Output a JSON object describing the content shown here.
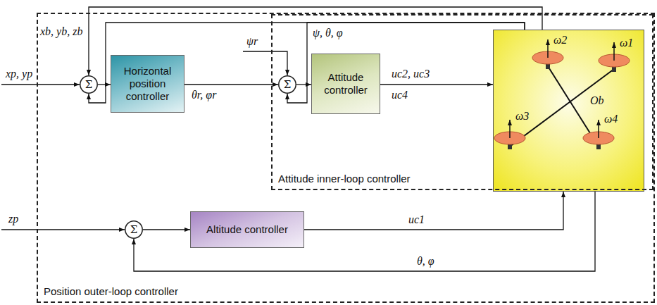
{
  "diagram": {
    "nodes": [
      {
        "text": [
          "Position outer-loop controller"
        ]
      },
      {
        "text": [
          "Attitude inner-loop controller"
        ],
        "in": 0
      },
      {
        "text": [
          "Σ"
        ],
        "in": 0
      },
      {
        "text": [
          "Horizontal position controller"
        ],
        "in": 0
      },
      {
        "text": [
          "Σ"
        ],
        "in": 1
      },
      {
        "text": [
          "Attitude controller"
        ],
        "in": 1
      },
      {
        "text": [
          "ω1",
          "ω2",
          "ω3",
          "ω4",
          "Ob"
        ],
        "in": 1
      },
      {
        "text": [
          "Σ"
        ],
        "in": 0
      },
      {
        "text": [
          "Altitude controller"
        ],
        "in": 0
      }
    ],
    "edges": [
      {
        "from": 2,
        "to": 3,
        "arrow": "to"
      },
      {
        "from": 3,
        "to": 4,
        "arrow": "to",
        "label": "θr, φr"
      },
      {
        "from": 4,
        "to": 5,
        "arrow": "to"
      },
      {
        "from": 5,
        "to": 6,
        "arrow": "to",
        "label": "uc2, uc3"
      },
      {
        "from": 7,
        "to": 8,
        "arrow": "to"
      },
      {
        "from": 8,
        "to": 6,
        "arrow": "to",
        "label": "uc1"
      },
      {
        "from": 6,
        "to": 2,
        "arrow": "to",
        "label": "xb, yb, zb"
      },
      {
        "from": 6,
        "to": 2,
        "arrow": "to"
      },
      {
        "from": 6,
        "to": 4,
        "arrow": "to",
        "label": "ψ, θ, φ"
      },
      {
        "from": 6,
        "to": 7,
        "arrow": "to",
        "label": "θ, φ"
      }
    ],
    "labels": [
      "xp, yp",
      "ψr",
      "zp",
      "uc4"
    ]
  }
}
